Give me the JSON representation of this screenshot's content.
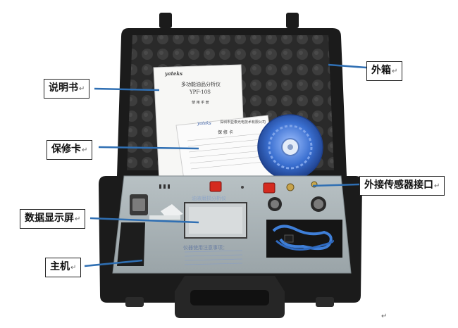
{
  "callouts": {
    "outer_case": "外箱",
    "manual": "说明书",
    "warranty_card": "保修卡",
    "sensor_port": "外接传感器接口",
    "display_screen": "数据显示屏",
    "main_unit": "主机",
    "return_mark": "↵"
  },
  "manual_doc": {
    "brand": "yateks",
    "title": "多功能油品分析仪",
    "model": "YPF-10S",
    "subtitle": "使 用 手 册"
  },
  "warranty_doc": {
    "brand": "yateks",
    "company": "深圳市亚泰光电技术有限公司",
    "title": "保 修 卡"
  },
  "panel": {
    "title": "油液磨损分析仪",
    "notice": "仪器使用注意事项："
  },
  "colors": {
    "case": "#1b1b1b",
    "panel": "#aab4b8",
    "callout_line": "#2f6fb3",
    "switch_red": "#d42a1f",
    "disc_blue": "#3a6fd0"
  }
}
